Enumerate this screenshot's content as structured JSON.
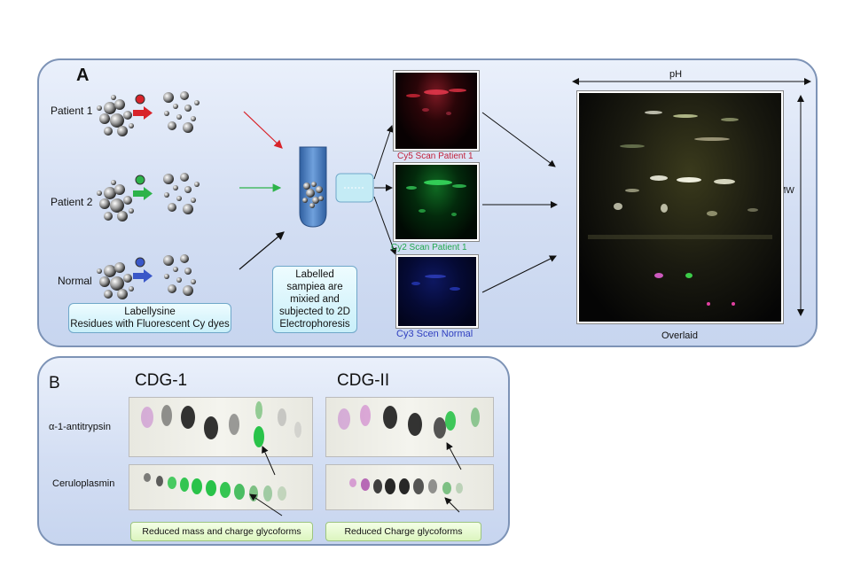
{
  "panel_a": {
    "letter": "A",
    "patients": [
      {
        "label": "Patient 1",
        "dye_color": "#d8232a"
      },
      {
        "label": "Patient 2",
        "dye_color": "#2db34a"
      },
      {
        "label": "Normal",
        "dye_color": "#3a57c8"
      }
    ],
    "label_box": {
      "line1": "Labellysine",
      "line2": "Residues with Fluorescent Cy dyes"
    },
    "mix_box": {
      "line1": "Labelled",
      "line2": "sampiea are",
      "line3": "mixied and",
      "line4": "subjected to 2D",
      "line5": "Electrophoresis"
    },
    "scans": [
      {
        "caption": "Cy5 Scan   Patient 1",
        "color": "#c0203a"
      },
      {
        "caption": "Cy2 Scan Patient 1",
        "color": "#22a84f"
      },
      {
        "caption": "Cy3 Scen Normal",
        "color": "#3040c0"
      }
    ],
    "overlay": {
      "x_axis": "pH",
      "y_axis": "MW",
      "caption": "Overlaid"
    }
  },
  "panel_b": {
    "letter": "B",
    "columns": [
      {
        "title": "CDG-1",
        "note": "Reduced mass and charge glycoforms"
      },
      {
        "title": "CDG-II",
        "note": "Reduced Charge glycoforms"
      }
    ],
    "rows": [
      {
        "label": "α-1-antitrypsin"
      },
      {
        "label": "Ceruloplasmin"
      }
    ]
  }
}
